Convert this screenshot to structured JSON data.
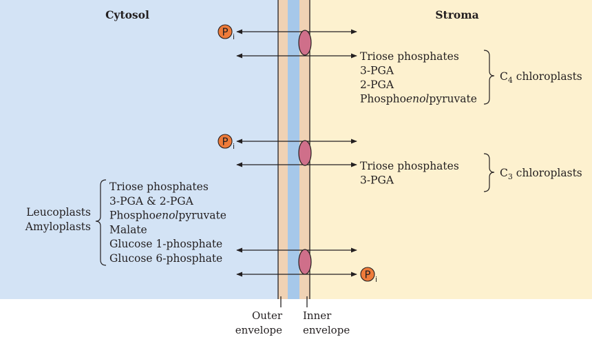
{
  "regions": {
    "cytosol_label": "Cytosol",
    "stroma_label": "Stroma"
  },
  "colors": {
    "cytosol": "#d3e3f5",
    "stroma": "#fdf1cf",
    "outer_envelope": "#f0d2b4",
    "intermembrane": "#a6c8ea",
    "transporter": "#cf6f8a",
    "phosphate_badge": "#ee7b3a",
    "line": "#231f20"
  },
  "phosphate": {
    "letter": "P",
    "subscript": "i"
  },
  "groups": {
    "c4": {
      "label_main": "C",
      "label_sub": "4",
      "label_rest": " chloroplasts",
      "items": [
        {
          "text": "Triose phosphates",
          "italic": "",
          "after": ""
        },
        {
          "text": "3-PGA",
          "italic": "",
          "after": ""
        },
        {
          "text": "2-PGA",
          "italic": "",
          "after": ""
        },
        {
          "text": "Phospho",
          "italic": "enol",
          "after": "pyruvate"
        }
      ]
    },
    "c3": {
      "label_main": "C",
      "label_sub": "3",
      "label_rest": " chloroplasts",
      "items": [
        {
          "text": "Triose phosphates",
          "italic": "",
          "after": ""
        },
        {
          "text": "3-PGA",
          "italic": "",
          "after": ""
        }
      ]
    },
    "leuco": {
      "labels": [
        "Leucoplasts",
        "Amyloplasts"
      ],
      "items": [
        {
          "text": "Triose phosphates",
          "italic": "",
          "after": ""
        },
        {
          "text": "3-PGA & 2-PGA",
          "italic": "",
          "after": ""
        },
        {
          "text": "Phospho",
          "italic": "enol",
          "after": "pyruvate"
        },
        {
          "text": "Malate",
          "italic": "",
          "after": ""
        },
        {
          "text": "Glucose 1-phosphate",
          "italic": "",
          "after": ""
        },
        {
          "text": "Glucose 6-phosphate",
          "italic": "",
          "after": ""
        }
      ]
    }
  },
  "captions": {
    "outer": [
      "Outer",
      "envelope"
    ],
    "inner": [
      "Inner",
      "envelope"
    ]
  }
}
